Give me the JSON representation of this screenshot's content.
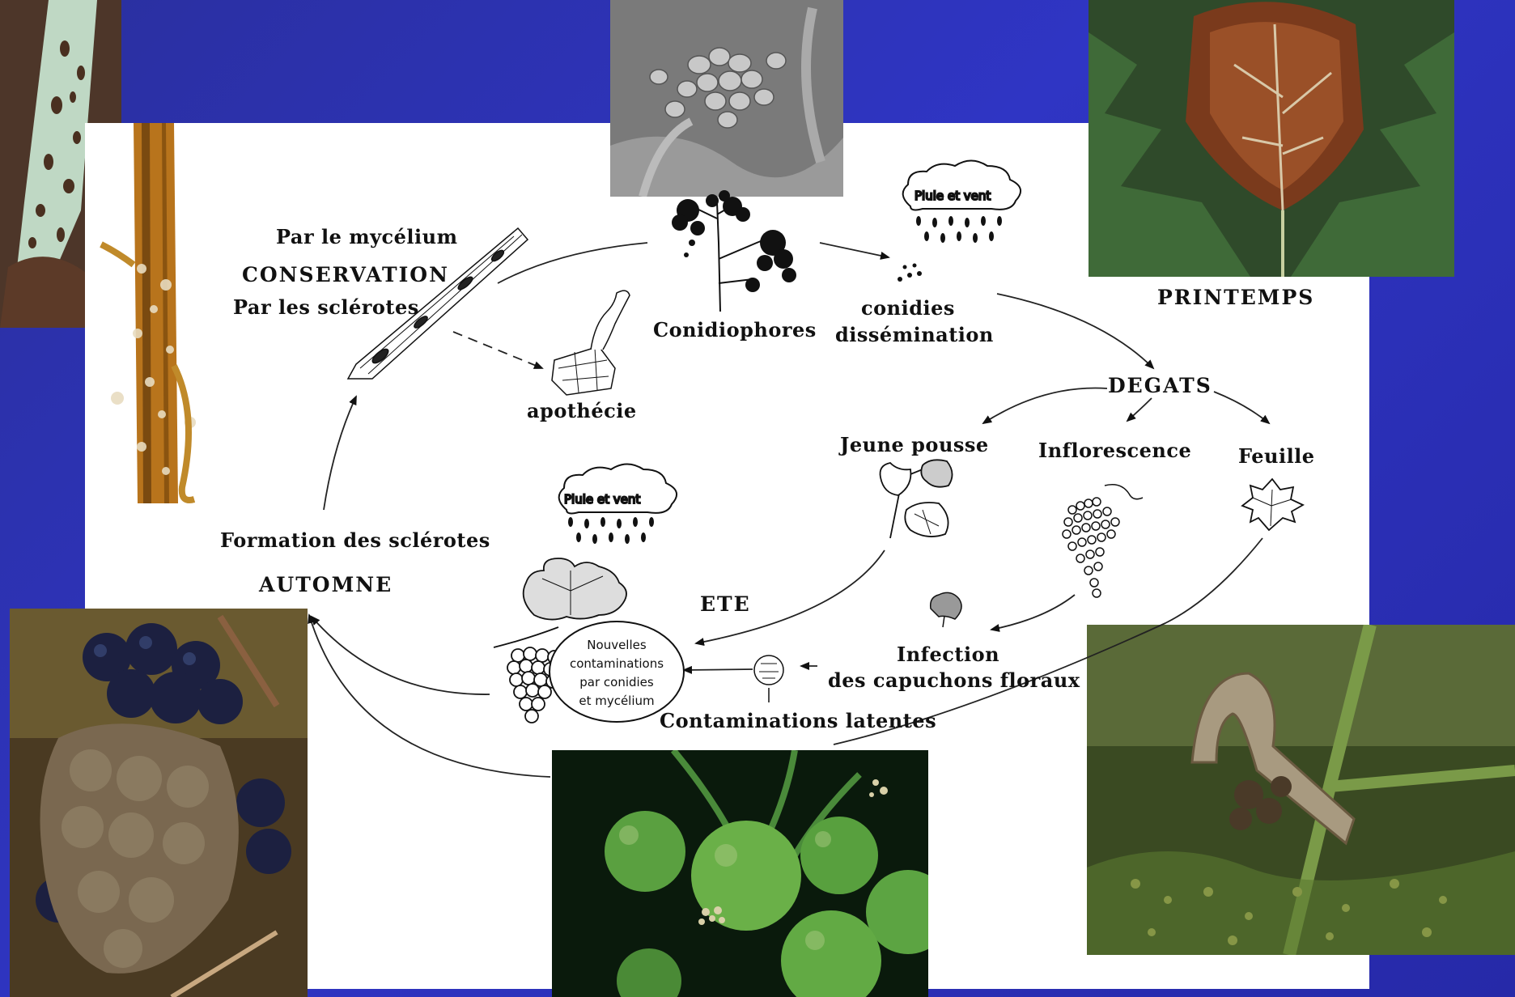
{
  "labels": {
    "par_mycelium": "Par le mycélium",
    "conservation": "CONSERVATION",
    "par_sclerotes": "Par les sclérotes",
    "apothecie": "apothécie",
    "conidiophores": "Conidiophores",
    "conidies": "conidies",
    "dissemination": "dissémination",
    "printemps": "PRINTEMPS",
    "degats": "DEGATS",
    "jeune_pousse": "Jeune pousse",
    "inflorescence": "Inflorescence",
    "feuille": "Feuille",
    "formation_sclerotes": "Formation des sclérotes",
    "automne": "AUTOMNE",
    "ete": "ETE",
    "infection": "Infection",
    "capuchons": "des capuchons floraux",
    "contaminations_latentes": "Contaminations latentes"
  },
  "clouds": {
    "top": "Pluie et vent",
    "bottom": "Pluie et vent"
  },
  "bubble": {
    "line1": "Nouvelles",
    "line2": "contaminations",
    "line3": "par conidies",
    "line4": "et mycélium"
  },
  "colors": {
    "background": "#2f35c4",
    "panel": "#ffffff",
    "ink": "#111111"
  }
}
